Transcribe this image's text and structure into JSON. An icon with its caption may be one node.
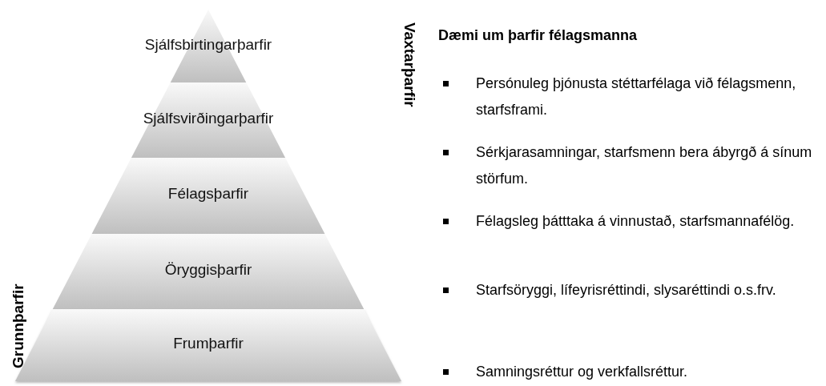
{
  "diagram": {
    "nodes": [
      {
        "text": [
          "Sjálfsbirtingarþarfir"
        ]
      },
      {
        "text": [
          "Sjálfsvirðingarþarfir"
        ]
      },
      {
        "text": [
          "Félagsþarfir"
        ]
      },
      {
        "text": [
          "Öryggisþarfir"
        ]
      },
      {
        "text": [
          "Frumþarfir"
        ]
      }
    ],
    "labels": [
      "Vaxtarþarfir",
      "Grunnþarfir",
      "Dæmi um þarfir félagsmanna",
      "Persónuleg þjónusta stéttarfélaga við félagsmenn, starfsframi.",
      "Sérkjarasamningar, starfsmenn bera ábyrgð á sínum störfum.",
      "Félagsleg þátttaka á vinnustað, starfsmannafélög.",
      "Starfsöryggi, lífeyrisréttindi, slysaréttindi o.s.frv.",
      "Samningsréttur og verkfallsréttur."
    ]
  }
}
